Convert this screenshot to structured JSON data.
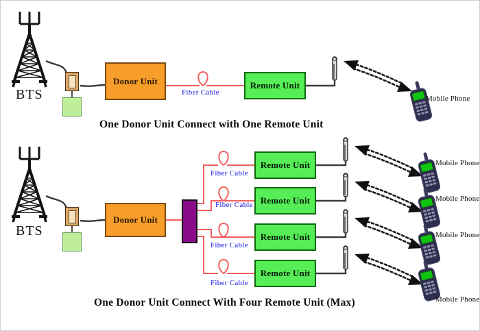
{
  "diagram": {
    "title_top": "One Donor Unit Connect with One Remote Unit",
    "title_bottom": "One Donor Unit Connect With Four Remote Unit (Max)",
    "colors": {
      "donor_fill": "#F79D29",
      "donor_border": "#7B4A12",
      "remote_fill": "#56ED56",
      "remote_border": "#0C6B0C",
      "splitter_fill": "#8A0C8A",
      "fiber_line": "#F4605F",
      "fiber_label": "#1515E0",
      "coax_line": "#3A3A3A",
      "cabinet_fill": "#BEEE9A",
      "coupler_fill": "#D9A86A",
      "phone_body": "#2E2E4F",
      "phone_screen": "#12C412",
      "background": "#FFFFFF"
    }
  },
  "top_section": {
    "bts_label": "BTS",
    "donor_unit_label": "Donor Unit",
    "fiber_label": "Fiber Cable",
    "remote_unit_label": "Remote Unit",
    "mobile_phone_label": "Mobile Phone",
    "caption": "One Donor Unit Connect with One Remote Unit",
    "icons": {
      "tower": "bts-tower-icon",
      "antenna": "antenna-icon",
      "link": "wireless-link-arrow-icon",
      "phone": "mobile-phone-icon"
    }
  },
  "bottom_section": {
    "bts_label": "BTS",
    "donor_unit_label": "Donor Unit",
    "splitter_label": "optical-splitter",
    "caption": "One Donor Unit Connect With Four Remote Unit (Max)",
    "branches": [
      {
        "fiber_label": "Fiber Cable",
        "remote_unit_label": "Remote Unit",
        "mobile_phone_label": "Mobile Phone"
      },
      {
        "fiber_label": "Fiber Cable",
        "remote_unit_label": "Remote Unit",
        "mobile_phone_label": "Mobile Phone"
      },
      {
        "fiber_label": "Fiber Cable",
        "remote_unit_label": "Remote Unit",
        "mobile_phone_label": "Mobile Phone"
      },
      {
        "fiber_label": "Fiber Cable",
        "remote_unit_label": "Remote Unit",
        "mobile_phone_label": "Mobile Phone"
      }
    ]
  }
}
